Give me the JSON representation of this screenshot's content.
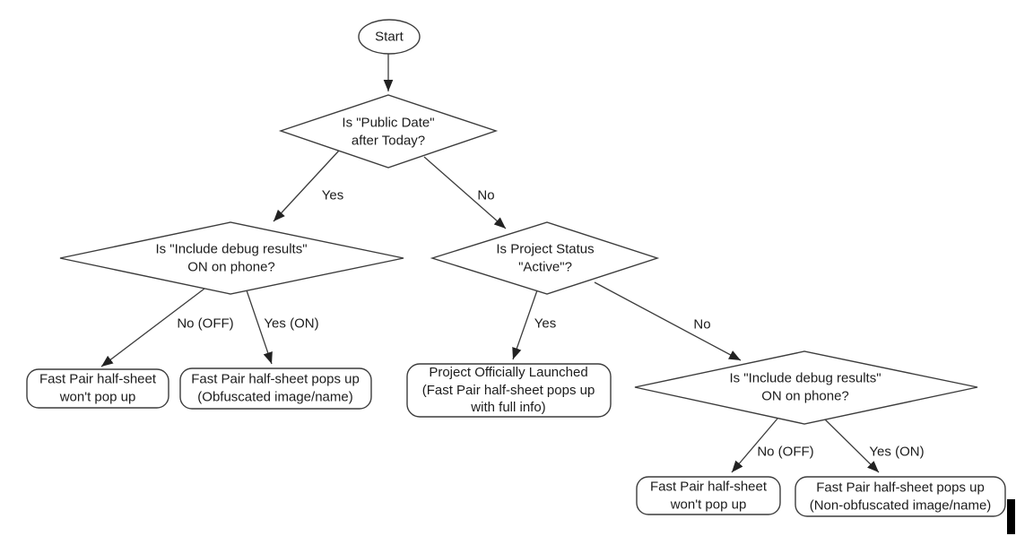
{
  "diagram": {
    "nodes": {
      "start": {
        "label": "Start"
      },
      "decision_public_date": {
        "label": "Is \"Public Date\"\nafter Today?"
      },
      "decision_debug_left": {
        "label": "Is \"Include debug results\"\nON on phone?"
      },
      "decision_project_status": {
        "label": "Is Project Status\n\"Active\"?"
      },
      "decision_debug_right": {
        "label": "Is \"Include debug results\"\nON on phone?"
      },
      "result_no_popup_left": {
        "label": "Fast Pair half-sheet\nwon't pop up"
      },
      "result_obfuscated": {
        "label": "Fast Pair half-sheet pops up\n(Obfuscated image/name)"
      },
      "result_launched": {
        "label": "Project Officially Launched\n(Fast Pair half-sheet pops up\nwith full info)"
      },
      "result_no_popup_right": {
        "label": "Fast Pair half-sheet\nwon't pop up"
      },
      "result_non_obfuscated": {
        "label": "Fast Pair half-sheet pops up\n(Non-obfuscated image/name)"
      }
    },
    "edges": {
      "public_date_yes": "Yes",
      "public_date_no": "No",
      "debug_left_no": "No (OFF)",
      "debug_left_yes": "Yes (ON)",
      "status_yes": "Yes",
      "status_no": "No",
      "debug_right_no": "No (OFF)",
      "debug_right_yes": "Yes (ON)"
    },
    "colors": {
      "stroke": "#3c3c3c",
      "text": "#1c1c1c",
      "background": "#ffffff",
      "caret": "#000000"
    }
  }
}
